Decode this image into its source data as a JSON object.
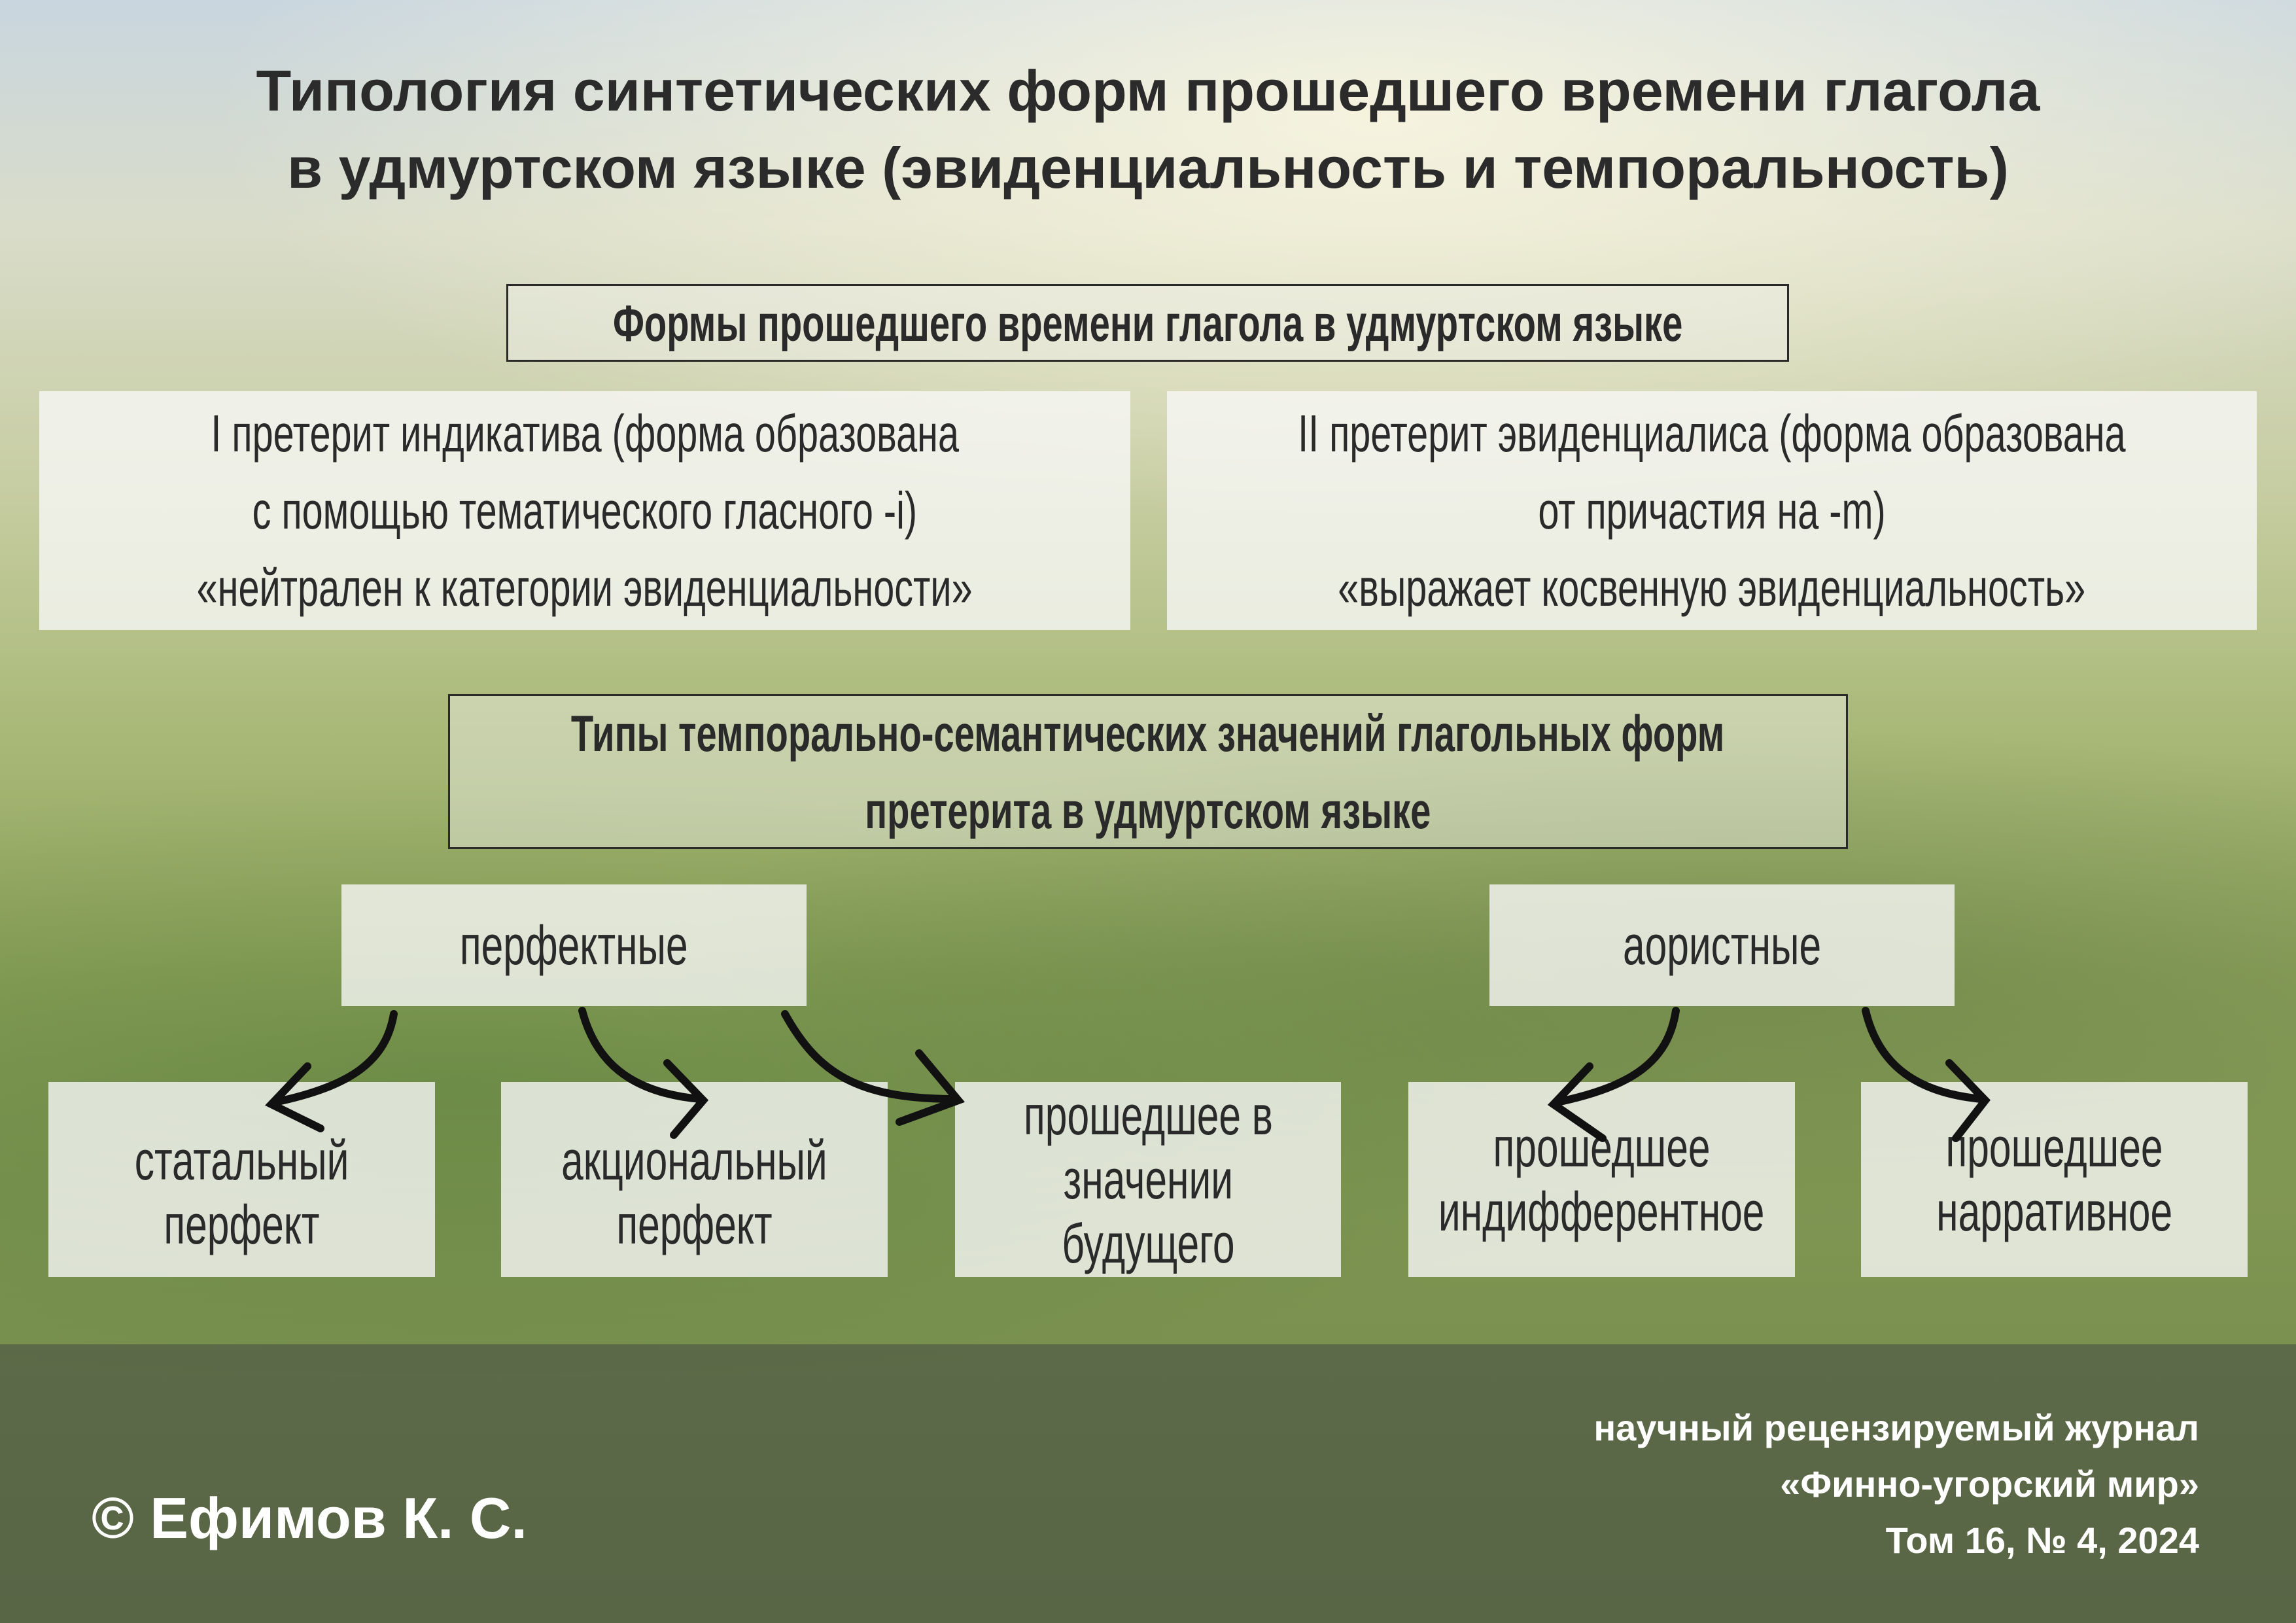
{
  "title": {
    "line1": "Типология синтетических форм прошедшего времени глагола",
    "line2": "в удмуртском языке (эвиденциальность и темпоральность)"
  },
  "forms_header": "Формы прошедшего времени глагола в удмуртском языке",
  "preterite1": {
    "line1": "I претерит индикатива (форма образована",
    "line2": "с помощью тематического гласного -i)",
    "line3": "«нейтрален к категории эвиденциальности»"
  },
  "preterite2": {
    "line1": "II претерит эвиденциалиса (форма образована",
    "line2": "от причастия на -m)",
    "line3": "«выражает косвенную эвиденциальность»"
  },
  "types_header": {
    "line1": "Типы темпорально-семантических значений глагольных форм",
    "line2": "претерита в удмуртском языке"
  },
  "perfect": {
    "label": "перфектные",
    "children": [
      {
        "line1": "статальный",
        "line2": "перфект"
      },
      {
        "line1": "акциональный",
        "line2": "перфект"
      },
      {
        "line1": "прошедшее в",
        "line2": "значении",
        "line3": "будущего"
      }
    ]
  },
  "aorist": {
    "label": "аористные",
    "children": [
      {
        "line1": "прошедшее",
        "line2": "индифферентное"
      },
      {
        "line1": "прошедшее",
        "line2": "нарративное"
      }
    ]
  },
  "footer": {
    "author": "© Ефимов К. С.",
    "journal_line1": "научный рецензируемый журнал",
    "journal_line2": "«Финно-угорский мир»",
    "journal_line3": "Том 16, № 4, 2024"
  }
}
